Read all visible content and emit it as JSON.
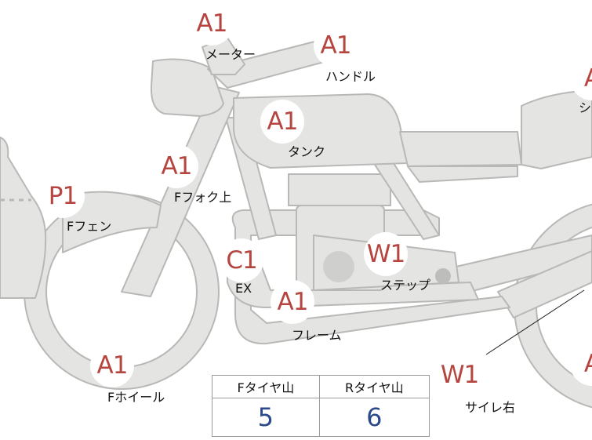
{
  "colors": {
    "part_fill": "#e4e4e2",
    "part_stroke": "#b8b8b6",
    "badge_text": "#b5453e",
    "value_text": "#2a4a8a"
  },
  "markers": [
    {
      "id": "meter",
      "code": "A1",
      "part": "メーター"
    },
    {
      "id": "handle",
      "code": "A1",
      "part": "ハンドル"
    },
    {
      "id": "tank",
      "code": "A1",
      "part": "タンク"
    },
    {
      "id": "ffork",
      "code": "A1",
      "part": "Fフォク上"
    },
    {
      "id": "ffender",
      "code": "P1",
      "part": "Fフェン"
    },
    {
      "id": "ex",
      "code": "C1",
      "part": "EX"
    },
    {
      "id": "step",
      "code": "W1",
      "part": "ステップ"
    },
    {
      "id": "frame",
      "code": "A1",
      "part": "フレーム"
    },
    {
      "id": "fwheel",
      "code": "A1",
      "part": "Fホイール"
    },
    {
      "id": "silencer",
      "code": "W1",
      "part": "サイレ右"
    },
    {
      "id": "seat",
      "code": "A",
      "part": "シ"
    },
    {
      "id": "rear",
      "code": "A",
      "part": ""
    }
  ],
  "tire_table": {
    "headers": [
      "Fタイヤ山",
      "Rタイヤ山"
    ],
    "values": [
      "5",
      "6"
    ]
  }
}
